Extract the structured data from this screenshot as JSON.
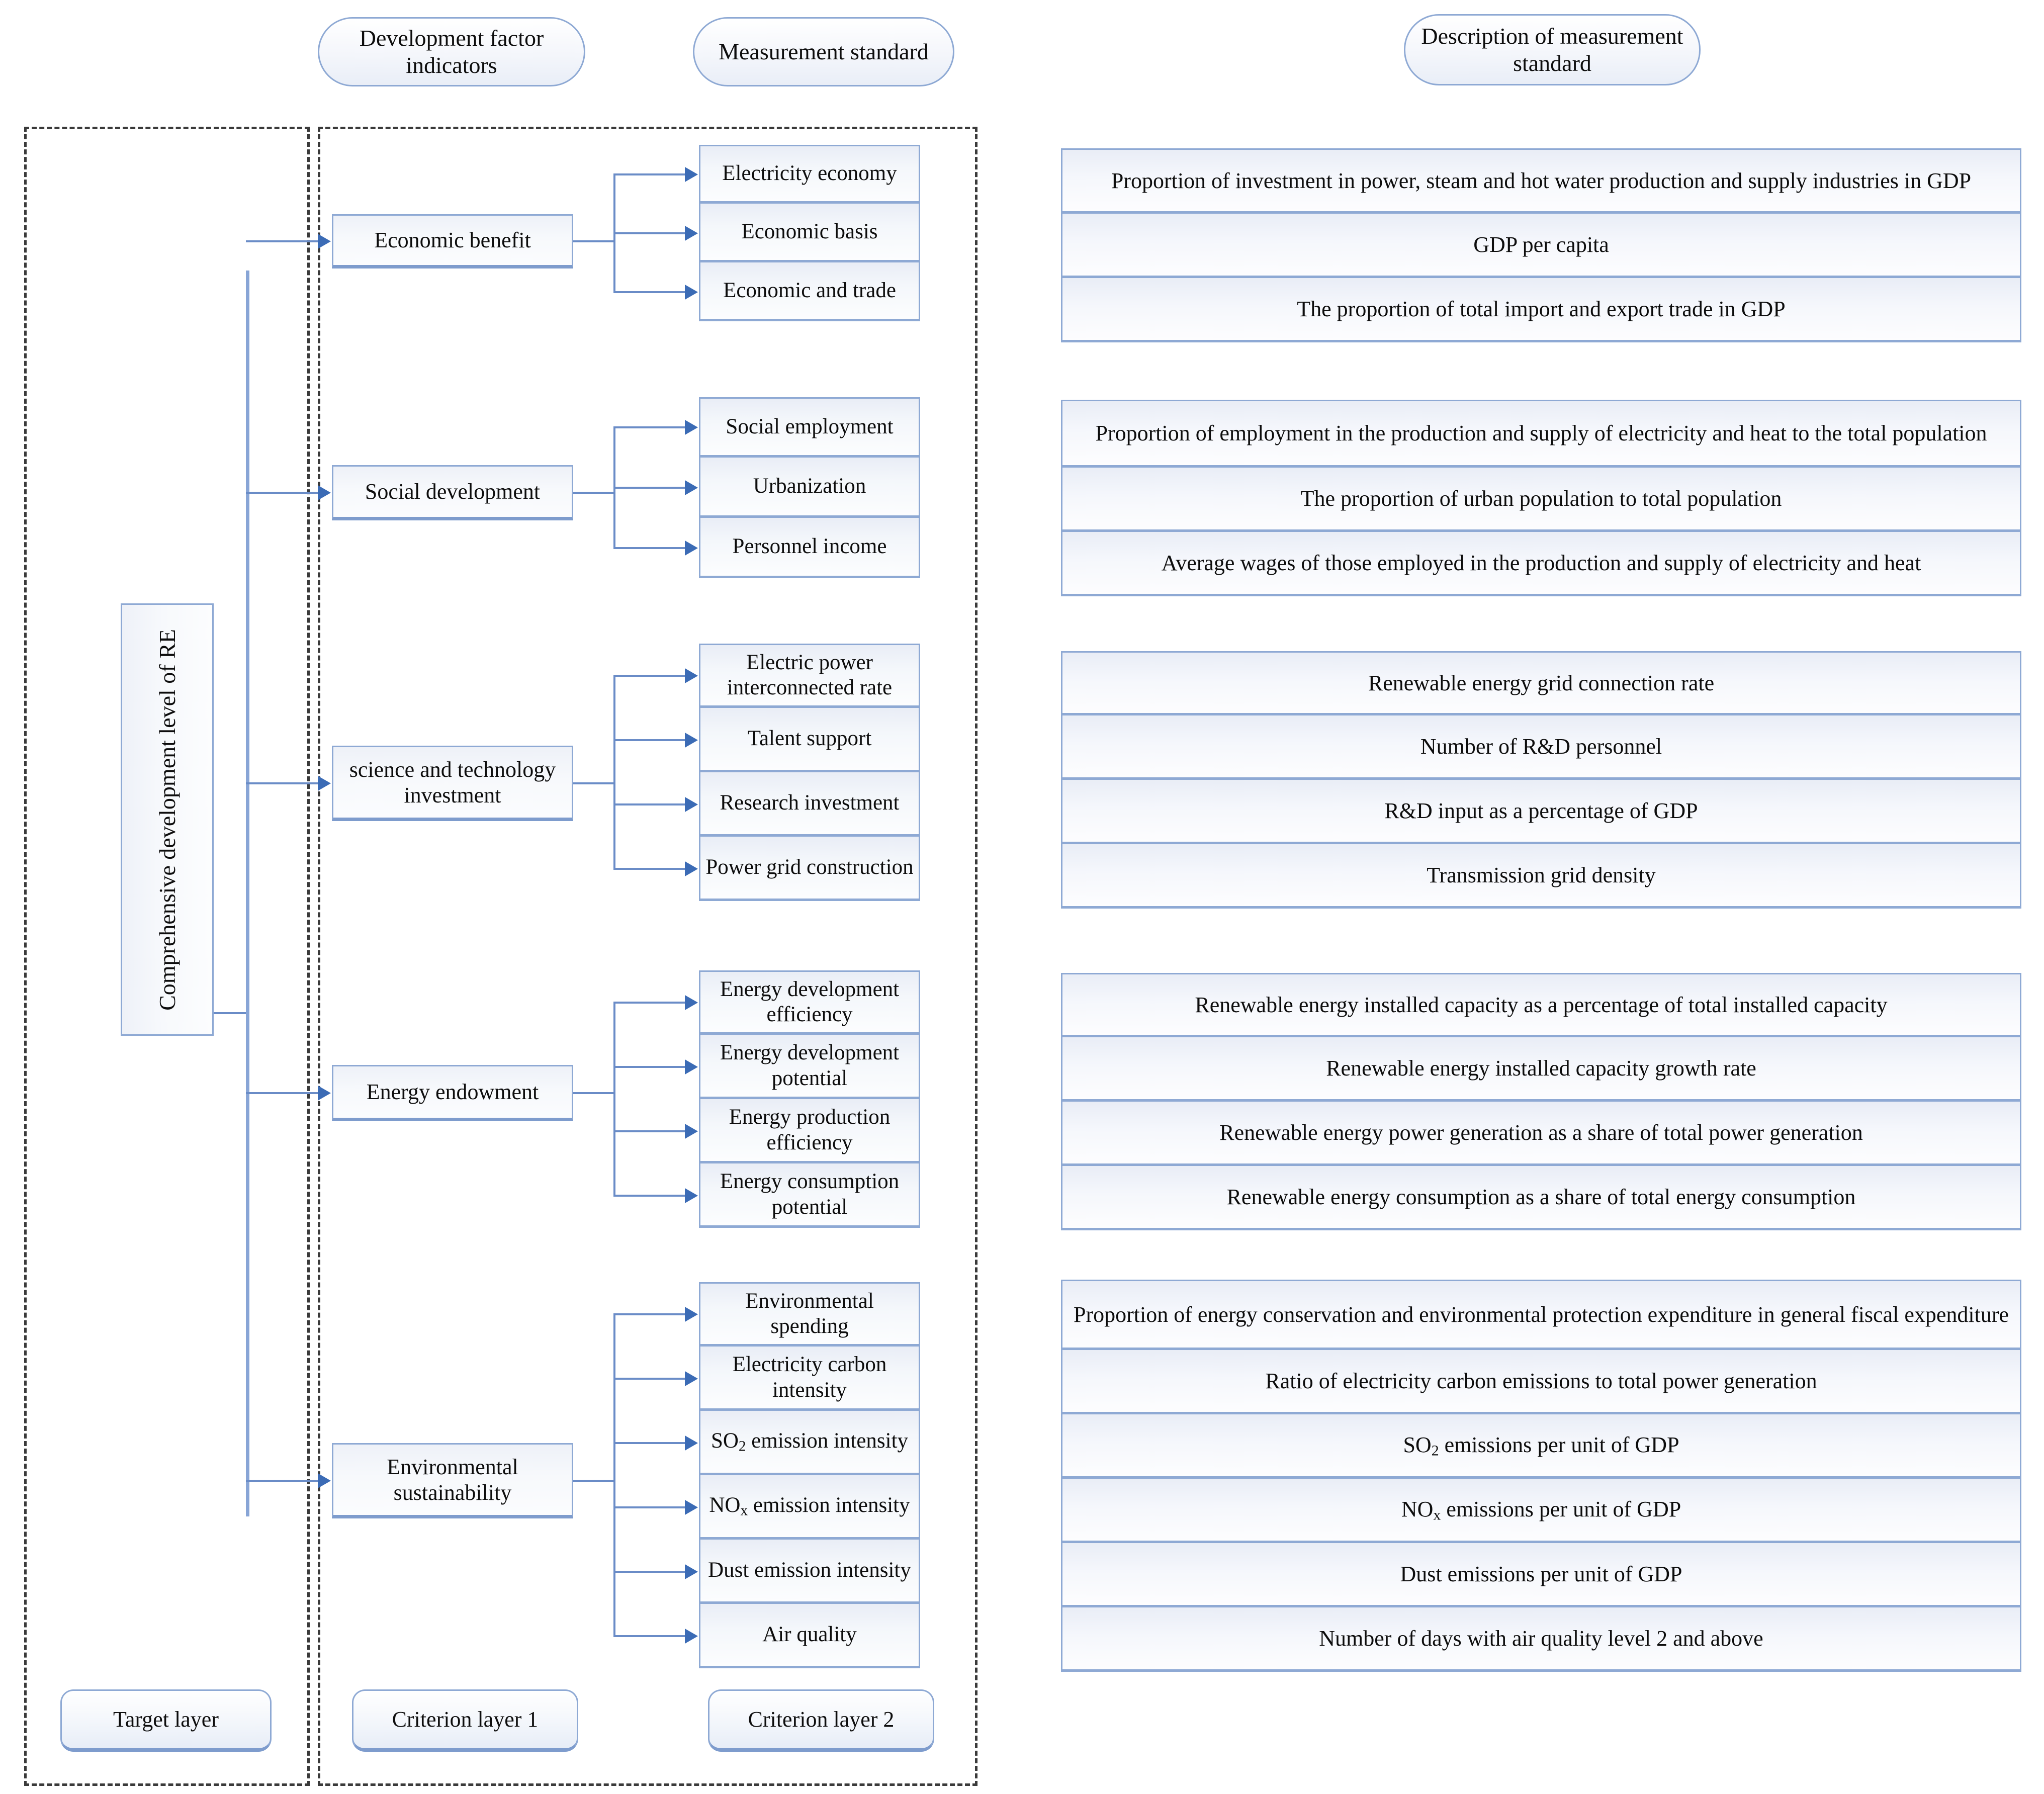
{
  "headers": {
    "col_factor": "Development factor indicators",
    "col_measure": "Measurement standard",
    "col_desc": "Description of measurement standard"
  },
  "target": {
    "label": "Comprehensive development level of RE"
  },
  "layers": {
    "target": "Target layer",
    "criterion1": "Criterion layer 1",
    "criterion2": "Criterion layer 2"
  },
  "colors": {
    "box_border": "#8ea9d4",
    "connector": "#6a8cc7",
    "arrow": "#3b6bb5",
    "dashed": "#3a3a3a"
  },
  "groups": [
    {
      "factor": "Economic benefit",
      "measures": [
        "Electricity economy",
        "Economic basis",
        "Economic and trade"
      ],
      "descriptions": [
        "Proportion of investment in power, steam and hot water production and supply industries in GDP",
        "GDP per capita",
        "The proportion of total import and export trade in GDP"
      ]
    },
    {
      "factor": "Social development",
      "measures": [
        "Social employment",
        "Urbanization",
        "Personnel income"
      ],
      "descriptions": [
        "Proportion of employment in the production and supply of electricity and heat to the total population",
        "The proportion of urban population to total population",
        "Average wages of those employed in the production and supply of electricity and heat"
      ]
    },
    {
      "factor": "science and technology investment",
      "measures": [
        "Electric power interconnected rate",
        "Talent support",
        "Research investment",
        "Power grid construction"
      ],
      "descriptions": [
        "Renewable energy grid connection rate",
        "Number of R&D personnel",
        "R&D input as a percentage of GDP",
        "Transmission grid density"
      ]
    },
    {
      "factor": "Energy endowment",
      "measures": [
        "Energy development efficiency",
        "Energy development potential",
        "Energy production efficiency",
        "Energy consumption potential"
      ],
      "descriptions": [
        "Renewable energy installed capacity as a percentage of total installed capacity",
        "Renewable energy installed capacity growth rate",
        "Renewable energy power generation as a share of total power generation",
        "Renewable energy consumption as a share of total energy consumption"
      ]
    },
    {
      "factor": "Environmental sustainability",
      "measures": [
        "Environmental spending",
        "Electricity carbon intensity",
        "SO2 emission intensity",
        "NOx emission intensity",
        "Dust emission intensity",
        "Air quality"
      ],
      "measures_html": [
        "Environmental spending",
        "Electricity carbon intensity",
        "SO<sub>2</sub> emission intensity",
        "NO<sub>x</sub> emission intensity",
        "Dust emission intensity",
        "Air quality"
      ],
      "descriptions": [
        "Proportion of energy conservation and environmental protection expenditure in general fiscal expenditure",
        "Ratio of electricity carbon emissions to total power generation",
        "SO2 emissions per unit of GDP",
        "NOx emissions per unit of GDP",
        "Dust emissions per unit of GDP",
        "Number of days with air quality level 2 and above"
      ],
      "descriptions_html": [
        "Proportion of energy conservation and environmental protection expenditure in general fiscal expenditure",
        "Ratio of electricity carbon emissions to total power generation",
        "SO<sub>2</sub> emissions per unit of GDP",
        "NO<sub>x</sub> emissions per unit of GDP",
        "Dust emissions per unit of GDP",
        "Number of days with air quality level 2 and above"
      ]
    }
  ]
}
